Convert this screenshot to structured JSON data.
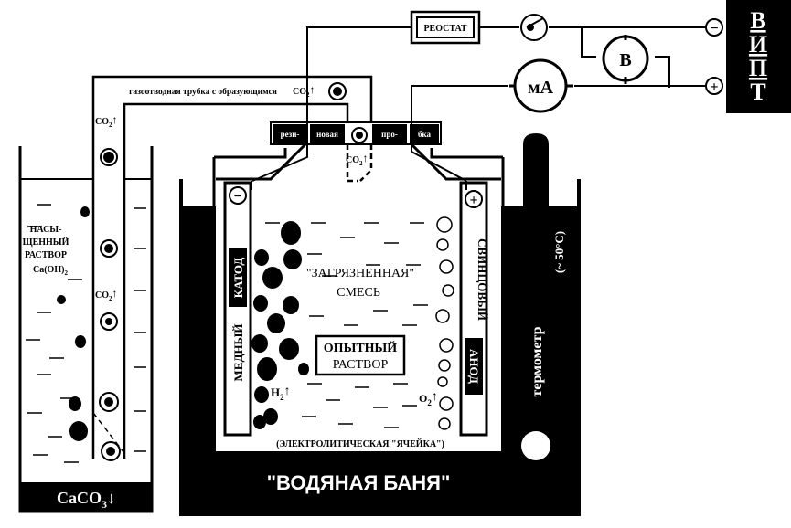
{
  "labels": {
    "rheostat": "РЕОСТАТ",
    "voltmeter": "В",
    "milliammeter": "мА",
    "power_source_lines": [
      "В",
      "И",
      "П",
      "Т"
    ],
    "terminal_minus": "−",
    "terminal_plus": "+",
    "gas_tube_caption": "газоотводная трубка с образующимся",
    "co2": "CO",
    "co2_sub": "2",
    "stopper_parts": [
      "рези-",
      "новая",
      "про-",
      "бка"
    ],
    "saturated_solution_lines": [
      "НАСЫ-",
      "ЩЕННЫЙ",
      "РАСТВОР"
    ],
    "caoh2": "Ca(OH)",
    "caoh2_sub": "2",
    "caco3": "CaCO",
    "caco3_sub": "3",
    "precipitate_arrow": "↓",
    "gas_arrow": "↑",
    "cathode_sign": "−",
    "anode_sign": "+",
    "cathode_material": "МЕДНЫЙ",
    "cathode_word": "КАТОД",
    "anode_material": "СВИНЦОВЫЙ",
    "anode_word": "АНОД",
    "dirty_mixture_line1": "\"ЗАГРЯЗНЕННАЯ\"",
    "dirty_mixture_line2": "СМЕСЬ",
    "test_solution_line1": "ОПЫТНЫЙ",
    "test_solution_line2": "РАСТВОР",
    "h2": "H",
    "h2_sub": "2",
    "o2": "O",
    "o2_sub": "2",
    "cell_caption": "(ЭЛЕКТРОЛИТИЧЕСКАЯ \"ЯЧЕЙКА\")",
    "water_bath": "\"ВОДЯНАЯ БАНЯ\"",
    "thermometer": "термометр",
    "thermometer_temp": "(~ 50°C)"
  },
  "colors": {
    "ink": "#000000",
    "paper": "#ffffff",
    "bath_fill": "#000000"
  }
}
